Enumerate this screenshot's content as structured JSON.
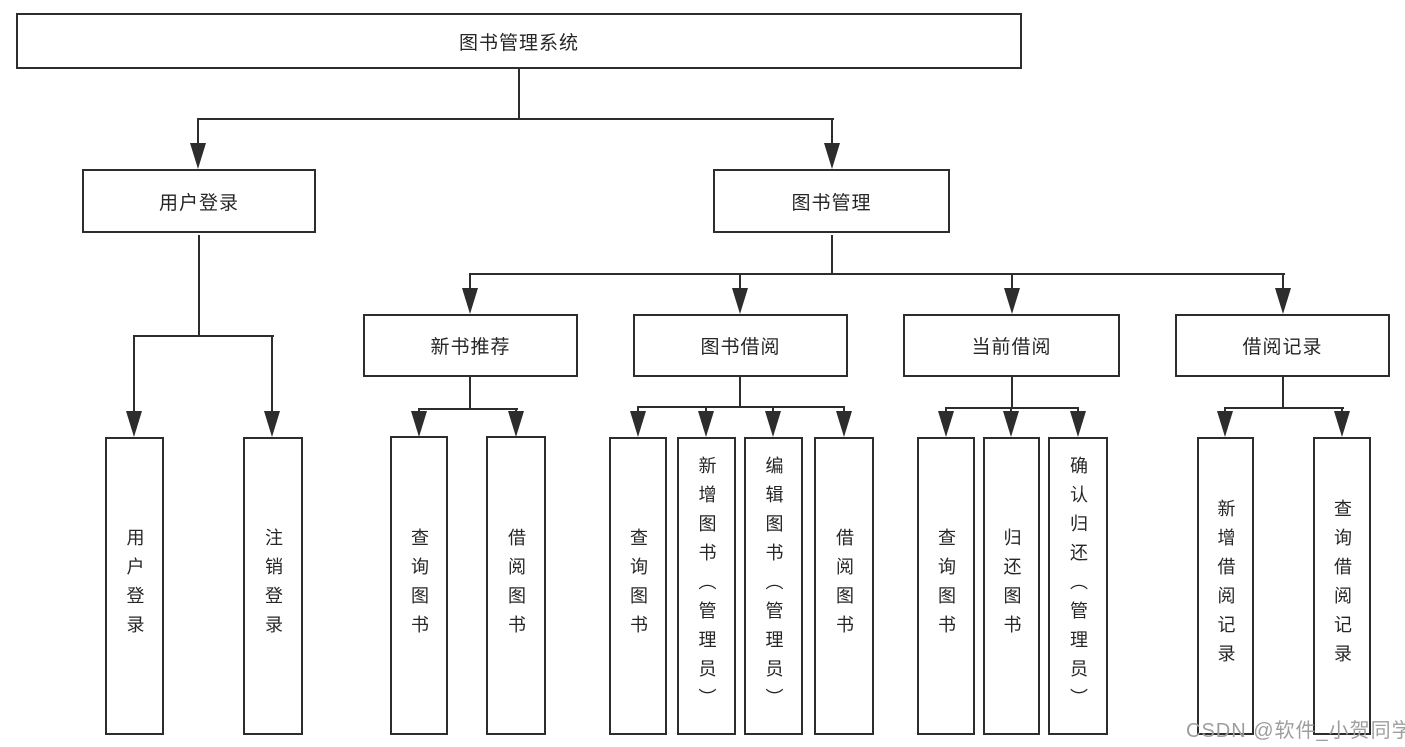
{
  "diagram": {
    "root": {
      "label": "图书管理系统",
      "children": [
        {
          "label": "用户登录",
          "children": [
            {
              "label": "用户登录"
            },
            {
              "label": "注销登录"
            }
          ]
        },
        {
          "label": "图书管理",
          "children": [
            {
              "label": "新书推荐",
              "children": [
                {
                  "label": "查询图书"
                },
                {
                  "label": "借阅图书"
                }
              ]
            },
            {
              "label": "图书借阅",
              "children": [
                {
                  "label": "查询图书"
                },
                {
                  "label": "新增图书（管理员）"
                },
                {
                  "label": "编辑图书（管理员）"
                },
                {
                  "label": "借阅图书"
                }
              ]
            },
            {
              "label": "当前借阅",
              "children": [
                {
                  "label": "查询图书"
                },
                {
                  "label": "归还图书"
                },
                {
                  "label": "确认归还（管理员）"
                }
              ]
            },
            {
              "label": "借阅记录",
              "children": [
                {
                  "label": "新增借阅记录"
                },
                {
                  "label": "查询借阅记录"
                }
              ]
            }
          ]
        }
      ]
    }
  },
  "watermark": {
    "text": "CSDN @软件_小贺同学"
  },
  "colors": {
    "line": "#2d2d2d",
    "text": "#262626",
    "bg": "#ffffff",
    "watermark": "#9e9e9e"
  }
}
